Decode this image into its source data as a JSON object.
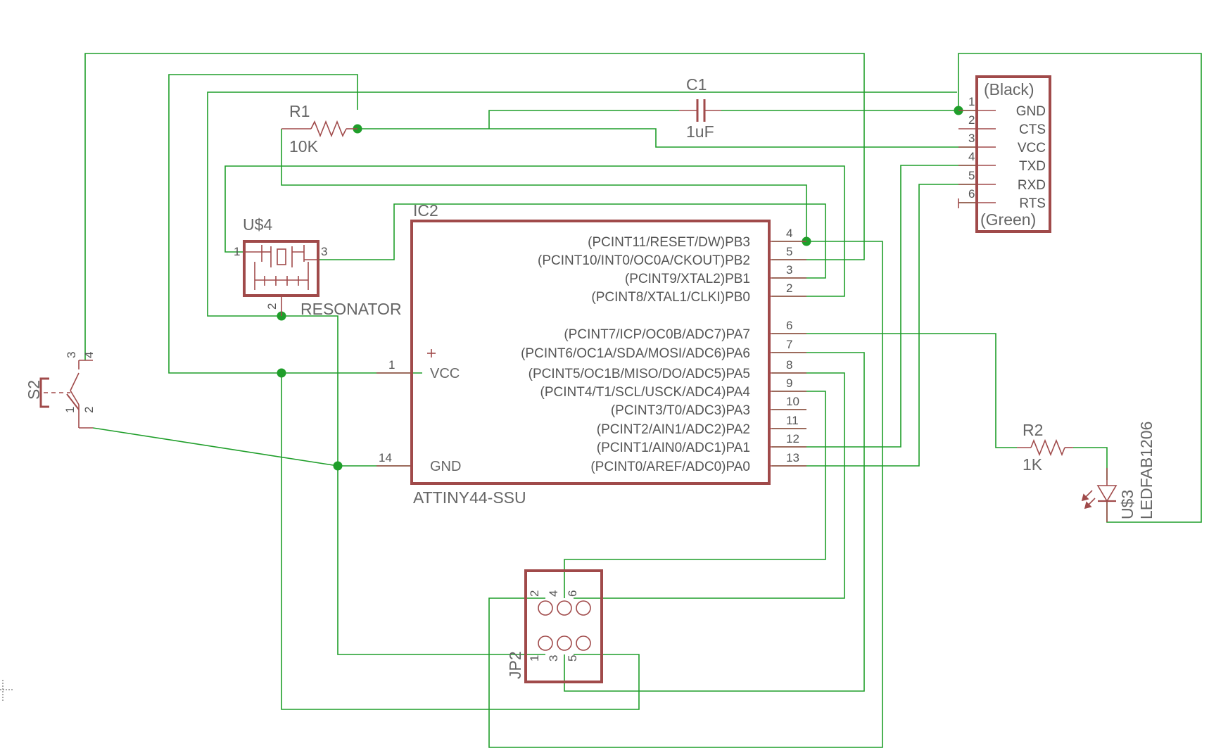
{
  "parts": {
    "ic2": {
      "ref": "IC2",
      "value": "ATTINY44-SSU",
      "vcc_label": "VCC",
      "gnd_label": "GND",
      "vcc_num": "1",
      "gnd_num": "14",
      "right_pins": [
        {
          "label": "(PCINT11/RESET/DW)PB3",
          "num": "4"
        },
        {
          "label": "(PCINT10/INT0/OC0A/CKOUT)PB2",
          "num": "5"
        },
        {
          "label": "(PCINT9/XTAL2)PB1",
          "num": "3"
        },
        {
          "label": "(PCINT8/XTAL1/CLKI)PB0",
          "num": "2"
        },
        {
          "label": "(PCINT7/ICP/OC0B/ADC7)PA7",
          "num": "6"
        },
        {
          "label": "(PCINT6/OC1A/SDA/MOSI/ADC6)PA6",
          "num": "7"
        },
        {
          "label": "(PCINT5/OC1B/MISO/DO/ADC5)PA5",
          "num": "8"
        },
        {
          "label": "(PCINT4/T1/SCL/USCK/ADC4)PA4",
          "num": "9"
        },
        {
          "label": "(PCINT3/T0/ADC3)PA3",
          "num": "10"
        },
        {
          "label": "(PCINT2/AIN1/ADC2)PA2",
          "num": "11"
        },
        {
          "label": "(PCINT1/AIN0/ADC1)PA1",
          "num": "12"
        },
        {
          "label": "(PCINT0/AREF/ADC0)PA0",
          "num": "13"
        }
      ]
    },
    "r1": {
      "ref": "R1",
      "value": "10K"
    },
    "c1": {
      "ref": "C1",
      "value": "1uF"
    },
    "u4": {
      "ref": "U$4",
      "value": "RESONATOR",
      "pin1": "1",
      "pin2": "2",
      "pin3": "3"
    },
    "r2": {
      "ref": "R2",
      "value": "1K"
    },
    "u3": {
      "ref": "U$3",
      "value": "LEDFAB1206"
    },
    "s2": {
      "ref": "S2",
      "pin1": "1",
      "pin2": "2",
      "pin3": "3",
      "pin4": "4"
    },
    "jp2": {
      "ref": "JP2",
      "pins": [
        "2",
        "4",
        "6",
        "1",
        "3",
        "5"
      ]
    },
    "ftdi": {
      "top_label": "(Black)",
      "bottom_label": "(Green)",
      "pins": [
        {
          "num": "1",
          "label": "GND"
        },
        {
          "num": "2",
          "label": "CTS"
        },
        {
          "num": "3",
          "label": "VCC"
        },
        {
          "num": "4",
          "label": "TXD"
        },
        {
          "num": "5",
          "label": "RXD"
        },
        {
          "num": "6",
          "label": "RTS"
        }
      ]
    }
  }
}
